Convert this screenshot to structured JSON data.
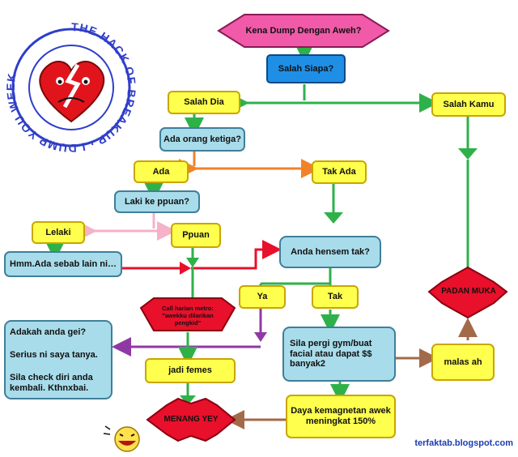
{
  "logo": {
    "ring_text": "THE HACK OF BREAKUP · I DUMP YOU WEEK",
    "colors": {
      "ring": "#2f3ec8",
      "heart": "#e1141c"
    }
  },
  "nodes": {
    "top": "Kena Dump Dengan Aweh?",
    "salah_siapa": "Salah Siapa?",
    "salah_dia": "Salah Dia",
    "salah_kamu": "Salah Kamu",
    "ada_orang_ketiga": "Ada orang ketiga?",
    "ada": "Ada",
    "tak_ada": "Tak Ada",
    "laki_ke_ppuan": "Laki ke ppuan?",
    "lelaki": "Lelaki",
    "ppuan": "Ppuan",
    "hmm": "Hmm.Ada sebab lain ni…",
    "anda_hensem": "Anda hensem tak?",
    "ya": "Ya",
    "tak": "Tak",
    "padan_muka": "PADAN MUKA",
    "call_harian": "Call harian metro: \"awekku dilarikan pengkid\"",
    "gei_box": [
      "Adakah anda gei?",
      "Serius ni saya tanya.",
      "Sila check diri anda kembali. Kthnxbai."
    ],
    "jadi_femes": "jadi femes",
    "gym_box": "Sila pergi gym/buat facial atau dapat $$ banyak2",
    "malas_ah": "malas ah",
    "daya_kemagnetan": "Daya kemagnetan awek meningkat 150%",
    "menang_yey": "MENANG YEY"
  },
  "watermark": "terfaktab.blogspot.com",
  "colors": {
    "yellow": "#ffff4d",
    "light_blue": "#a8dcea",
    "blue": "#1f8fe6",
    "pink": "#f05aa8",
    "red": "#e8102b",
    "green": "#2fb14a",
    "orange": "#f0832a",
    "purple": "#8f3aa4",
    "brown": "#a36a4a",
    "light_pink": "#f5b2c8"
  }
}
